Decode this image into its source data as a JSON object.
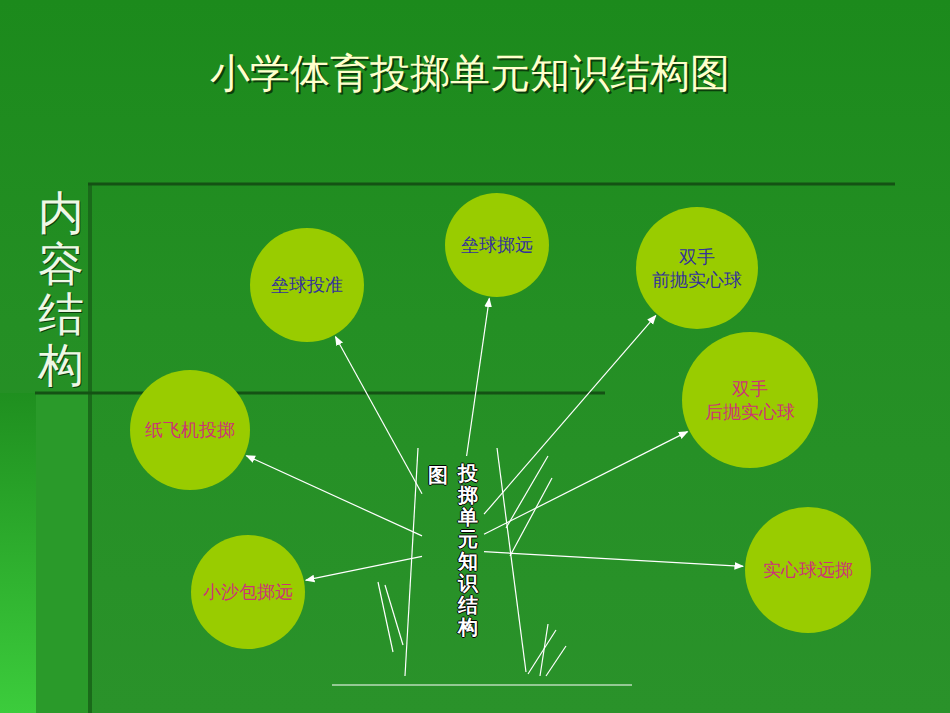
{
  "diagram": {
    "title": "小学体育投掷单元知识结构图",
    "nodes": [
      {
        "text": [
          "垒球掷远"
        ]
      },
      {
        "text": [
          "双手 前抛实心球"
        ]
      },
      {
        "text": [
          "垒球投准"
        ]
      },
      {
        "text": [
          "双手 后抛实心球"
        ]
      },
      {
        "text": [
          "纸飞机投掷"
        ]
      },
      {
        "text": [
          "图",
          "投掷单元知识结构"
        ]
      },
      {
        "text": [
          "实心球远掷"
        ]
      },
      {
        "text": [
          "小沙包掷远"
        ]
      }
    ],
    "edges": [
      {
        "from": 5,
        "to": 0,
        "arrow": "to"
      },
      {
        "from": 5,
        "to": 1,
        "arrow": "to"
      },
      {
        "from": 5,
        "to": 2,
        "arrow": "to"
      },
      {
        "from": 5,
        "to": 3,
        "arrow": "to"
      },
      {
        "from": 5,
        "to": 4,
        "arrow": "to"
      },
      {
        "from": 5,
        "to": 6,
        "arrow": "to"
      },
      {
        "from": 5,
        "to": 7,
        "arrow": "to"
      }
    ],
    "labels": [
      "内容结构"
    ]
  }
}
